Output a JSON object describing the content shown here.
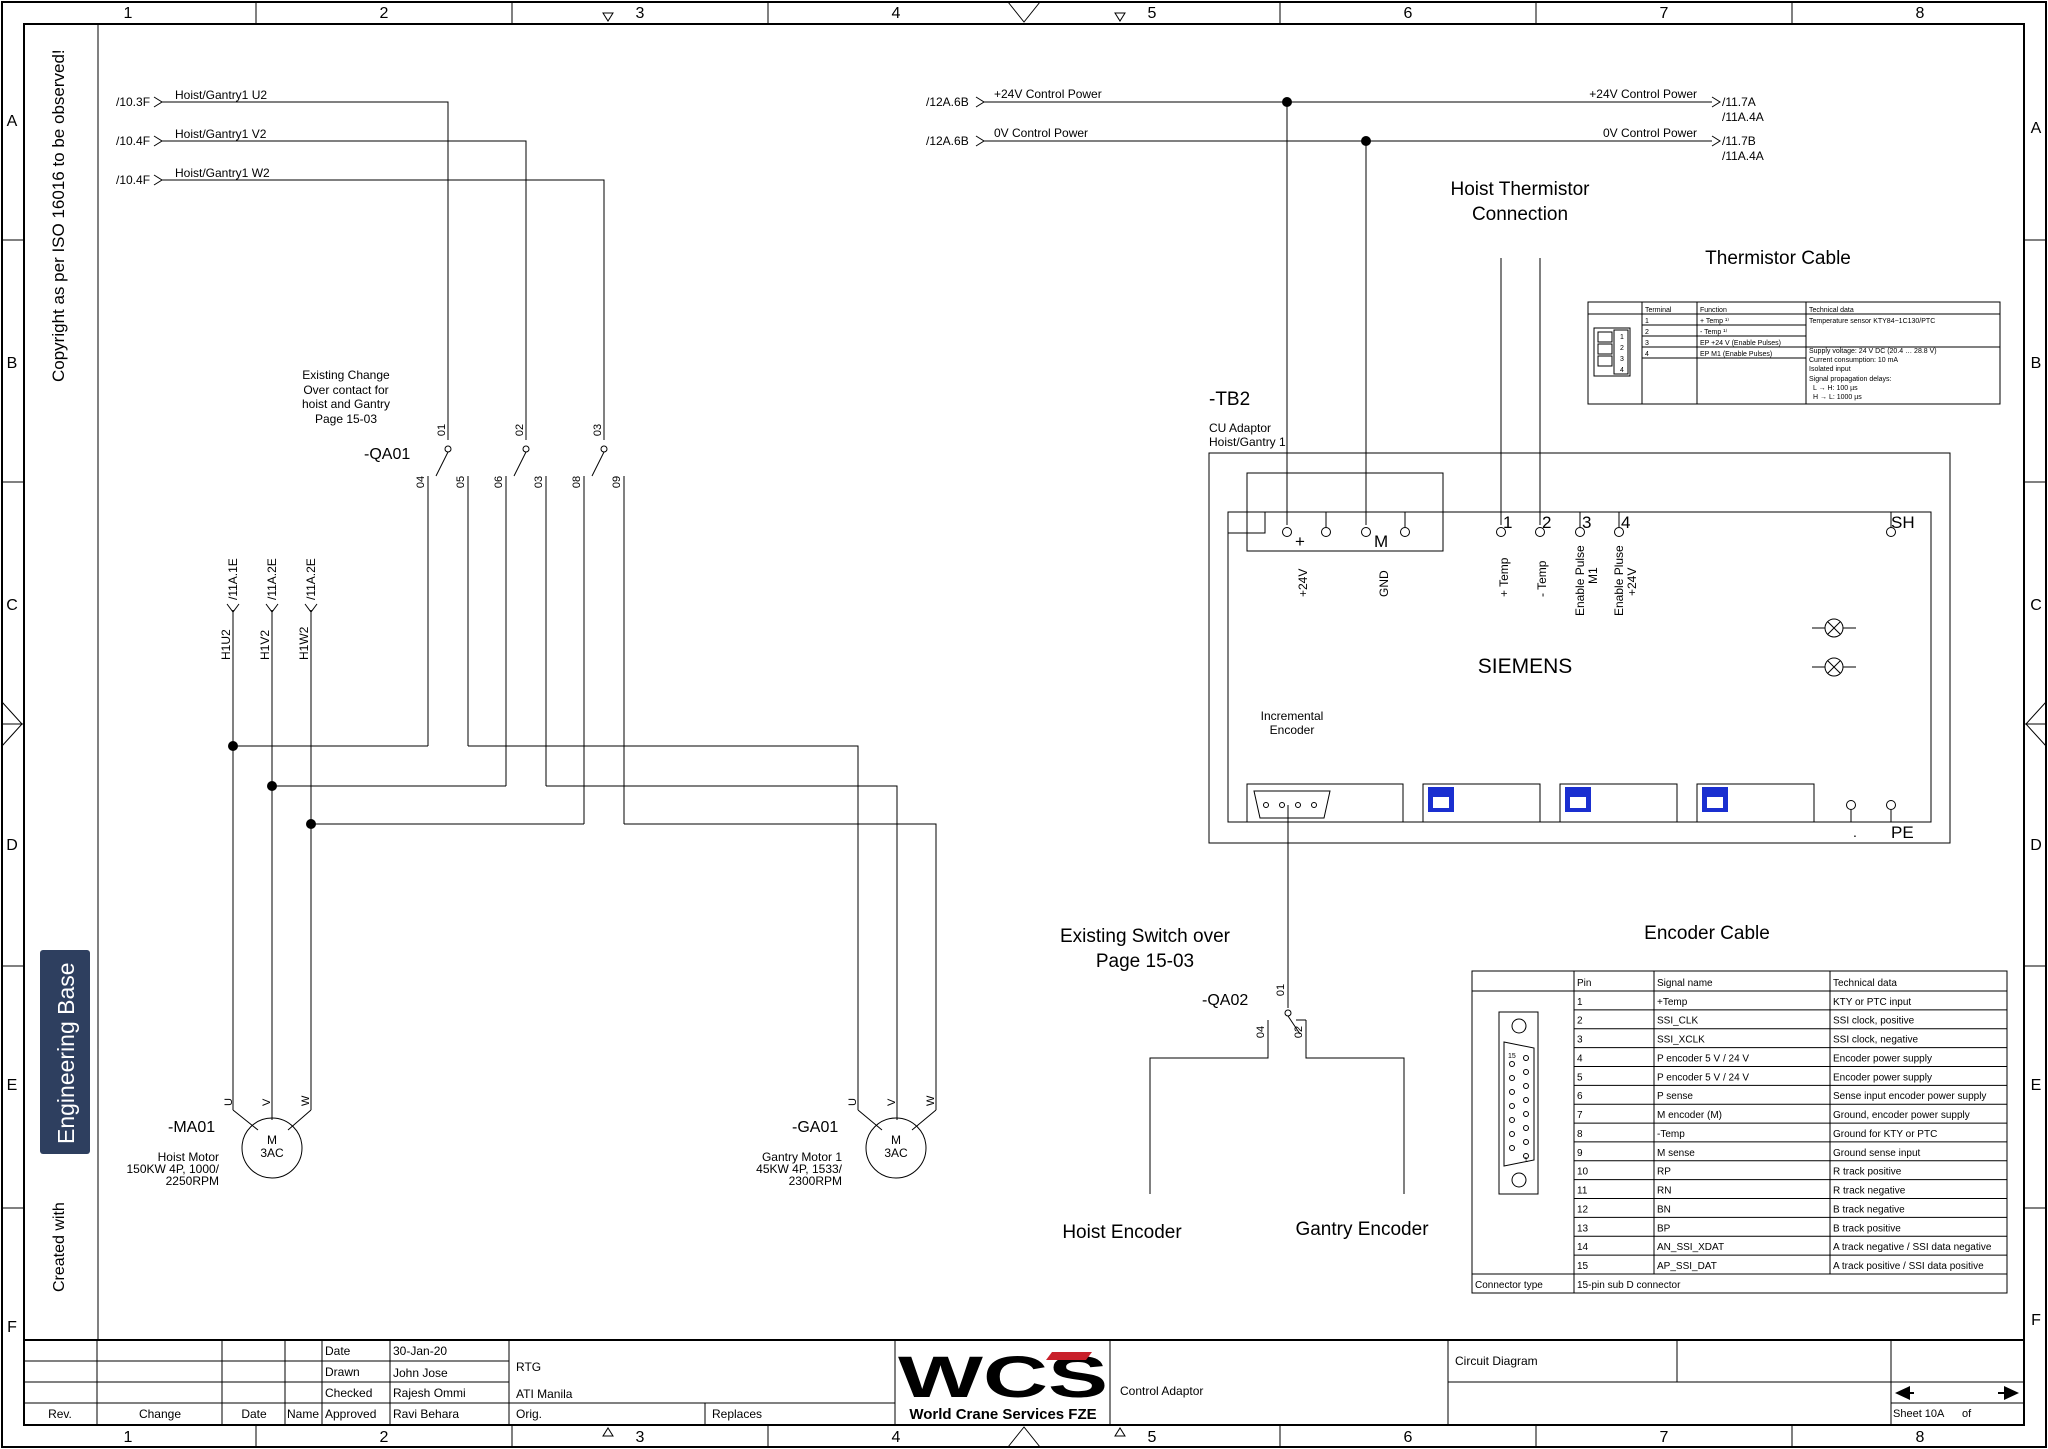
{
  "frame": {
    "cols": [
      "1",
      "2",
      "3",
      "4",
      "5",
      "6",
      "7",
      "8"
    ],
    "rows": [
      "A",
      "B",
      "C",
      "D",
      "E",
      "F"
    ],
    "copyright": "Copyright as per ISO 16016 to be observed!",
    "created_with": "Created with",
    "eng_base": "Engineering Base"
  },
  "refs": {
    "u2_ref": "/10.3F",
    "u2_label": "Hoist/Gantry1 U2",
    "v2_ref": "/10.4F",
    "v2_label": "Hoist/Gantry1 V2",
    "w2_ref": "/10.4F",
    "w2_label": "Hoist/Gantry1 W2",
    "p24_ref": "/12A.6B",
    "p24_label": "+24V Control Power",
    "p0_ref": "/12A.6B",
    "p0_label": "0V Control Power",
    "p24_out_label": "+24V Control Power",
    "p24_out_ref1": "/11.7A",
    "p24_out_ref2": "/11A.4A",
    "p0_out_label": "0V Control Power",
    "p0_out_ref1": "/11.7B",
    "p0_out_ref2": "/11A.4A"
  },
  "qa01": {
    "tag": "-QA01",
    "note": [
      "Existing Change",
      "Over contact for",
      "hoist and Gantry",
      "Page 15-03"
    ],
    "pins_top": [
      "01",
      "02",
      "03"
    ],
    "pins_bot": [
      "04",
      "05",
      "06",
      "03",
      "08",
      "09"
    ]
  },
  "motors": {
    "h_refs": [
      "/11A.1E",
      "/11A.2E",
      "/11A.2E"
    ],
    "h_wires": [
      "H1U2",
      "H1V2",
      "H1W2"
    ],
    "ma01": {
      "tag": "-MA01",
      "l1": "M",
      "l2": "3AC",
      "desc": [
        "Hoist Motor",
        "150KW 4P, 1000/",
        "2250RPM"
      ]
    },
    "ga01": {
      "tag": "-GA01",
      "l1": "M",
      "l2": "3AC",
      "desc": [
        "Gantry Motor 1",
        "45KW 4P, 1533/",
        "2300RPM"
      ]
    },
    "uvw": [
      "U",
      "V",
      "W"
    ]
  },
  "tb2": {
    "tag": "-TB2",
    "name": [
      "CU Adaptor",
      "Hoist/Gantry 1"
    ],
    "plus": "+",
    "m": "M",
    "term_nums": [
      "1",
      "2",
      "3",
      "4",
      "SH"
    ],
    "labels": {
      "p24": "+24V",
      "gnd": "GND",
      "ptemp": "+ Temp",
      "mtemp": "- Temp",
      "ep1": [
        "Enable Pulse",
        "M1"
      ],
      "ep2": [
        "Enable Pluse",
        "+24V"
      ]
    },
    "brand": "SIEMENS",
    "inc_enc": [
      "Incremental",
      "Encoder"
    ],
    "pe": "PE",
    "dot": "."
  },
  "thermistor": {
    "title": [
      "Hoist Thermistor",
      "Connection"
    ],
    "cable_title": "Thermistor Cable",
    "headers": [
      "Terminal",
      "Function",
      "Technical data"
    ],
    "rows": [
      [
        "1",
        "+ Temp ¹⁾",
        ""
      ],
      [
        "2",
        "- Temp ¹⁾",
        ""
      ],
      [
        "3",
        "EP +24 V (Enable Pulses)",
        ""
      ],
      [
        "4",
        "EP M1 (Enable Pulses)",
        ""
      ]
    ],
    "tech": [
      "Temperature sensor KTY84−1C130/PTC",
      "Supply voltage: 24 V DC (20.4 … 28.8 V)",
      "Current consumption: 10 mA",
      "Isolated input",
      "Signal propagation delays:",
      "L → H: 100 µs",
      "H → L: 1000 µs"
    ],
    "pins": [
      "1",
      "2",
      "3",
      "4"
    ]
  },
  "qa02": {
    "note": [
      "Existing Switch over",
      "Page 15-03"
    ],
    "tag": "-QA02",
    "pins": [
      "01",
      "04",
      "02"
    ],
    "hoist_enc": "Hoist Encoder",
    "gantry_enc": "Gantry Encoder"
  },
  "encoder_cable": {
    "title": "Encoder Cable",
    "headers": [
      "Pin",
      "Signal name",
      "Technical data"
    ],
    "rows": [
      [
        "1",
        "+Temp",
        "KTY or PTC input"
      ],
      [
        "2",
        "SSI_CLK",
        "SSI clock, positive"
      ],
      [
        "3",
        "SSI_XCLK",
        "SSI clock, negative"
      ],
      [
        "4",
        "P encoder 5 V / 24 V",
        "Encoder power supply"
      ],
      [
        "5",
        "P encoder 5 V / 24 V",
        "Encoder power supply"
      ],
      [
        "6",
        "P sense",
        "Sense input encoder power supply"
      ],
      [
        "7",
        "M encoder (M)",
        "Ground, encoder power supply"
      ],
      [
        "8",
        "-Temp",
        "Ground for KTY or PTC"
      ],
      [
        "9",
        "M sense",
        "Ground sense input"
      ],
      [
        "10",
        "RP",
        "R track positive"
      ],
      [
        "11",
        "RN",
        "R track negative"
      ],
      [
        "12",
        "BN",
        "B track negative"
      ],
      [
        "13",
        "BP",
        "B track positive"
      ],
      [
        "14",
        "AN_SSI_XDAT",
        "A track negative / SSI data negative"
      ],
      [
        "15",
        "AP_SSI_DAT",
        "A track positive / SSI data positive"
      ]
    ],
    "connector_type_label": "Connector type",
    "connector_type_value": "15-pin sub D connector",
    "pin_marks": [
      "15",
      "1"
    ]
  },
  "title_block": {
    "rev": "Rev.",
    "change": "Change",
    "date_col": "Date",
    "name_col": "Name",
    "date_label": "Date",
    "date_value": "30-Jan-20",
    "drawn_label": "Drawn",
    "drawn_value": "John Jose",
    "checked_label": "Checked",
    "checked_value": "Rajesh Ommi",
    "approved_label": "Approved",
    "approved_value": "Ravi Behara",
    "project": "RTG",
    "location": "ATI Manila",
    "orig": "Orig.",
    "replaces": "Replaces",
    "company": "World Crane Services FZE",
    "logo": "WCS",
    "desc": "Control Adaptor",
    "diagram": "Circuit Diagram",
    "sheet": "Sheet 10A",
    "of": "of"
  },
  "colors": {
    "brand": "#1b6e78",
    "logo": "#1e4a7a",
    "logo_red": "#c8202a",
    "side": "#2e3f5f",
    "port": "#1a2fd0"
  }
}
